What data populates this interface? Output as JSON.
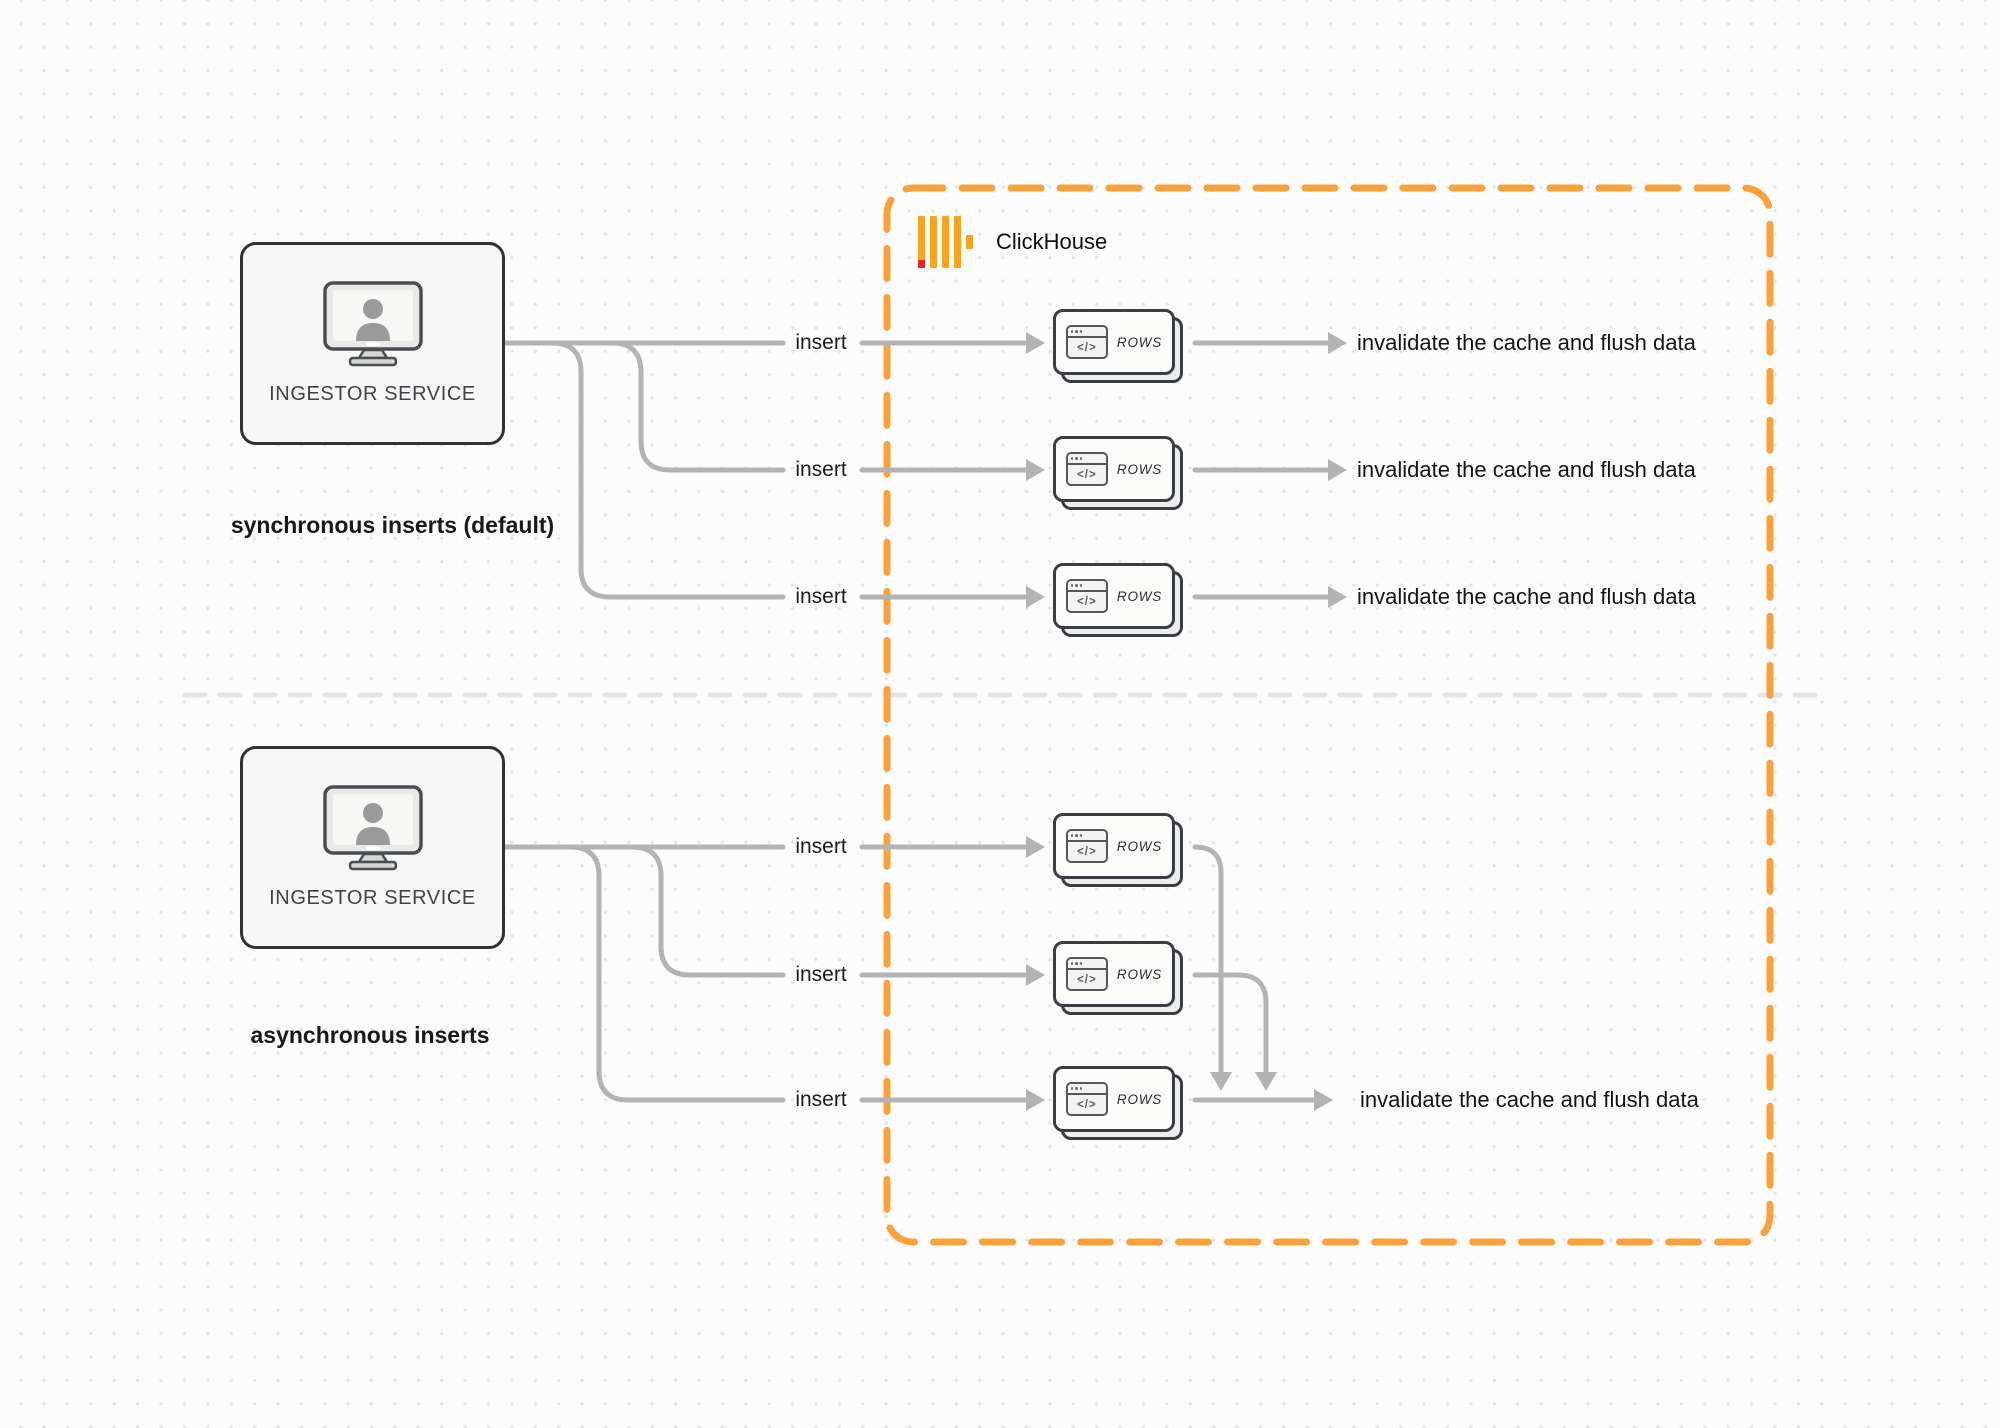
{
  "clickhouse": {
    "label": "ClickHouse",
    "colors": {
      "accent_orange": "#F9A23B",
      "bar_yellow": "#FAA41E",
      "accent_red": "#E7262C"
    }
  },
  "sync": {
    "service_label": "INGESTOR SERVICE",
    "caption": "synchronous inserts (default)",
    "rows": [
      {
        "insert_label": "insert",
        "card_label": "ROWS",
        "code_glyph": "</>",
        "result_label": "invalidate the cache and flush data"
      },
      {
        "insert_label": "insert",
        "card_label": "ROWS",
        "code_glyph": "</>",
        "result_label": "invalidate the cache and flush data"
      },
      {
        "insert_label": "insert",
        "card_label": "ROWS",
        "code_glyph": "</>",
        "result_label": "invalidate the cache and flush data"
      }
    ]
  },
  "async": {
    "service_label": "INGESTOR SERVICE",
    "caption": "asynchronous inserts",
    "rows": [
      {
        "insert_label": "insert",
        "card_label": "ROWS",
        "code_glyph": "</>"
      },
      {
        "insert_label": "insert",
        "card_label": "ROWS",
        "code_glyph": "</>"
      },
      {
        "insert_label": "insert",
        "card_label": "ROWS",
        "code_glyph": "</>"
      }
    ],
    "result_label": "invalidate the cache and flush data"
  },
  "connector_color": "#B3B3B3"
}
